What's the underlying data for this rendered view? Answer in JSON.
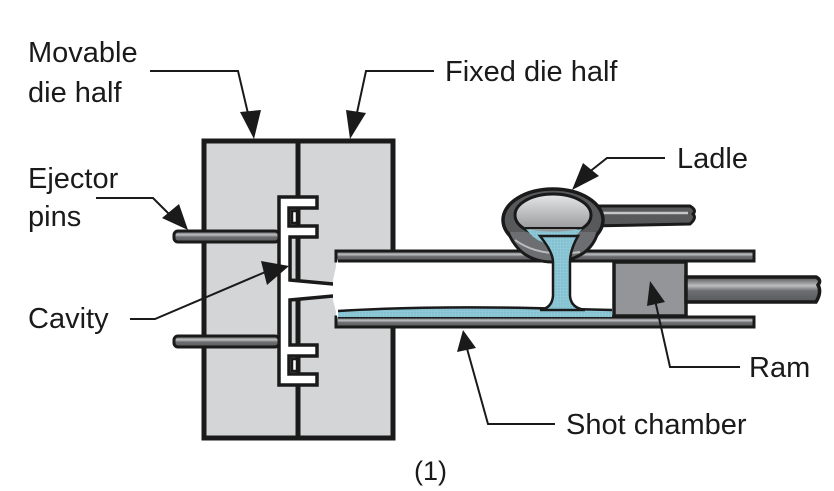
{
  "diagram": {
    "caption": "(1)",
    "labels": {
      "movable_die_half_line1": "Movable",
      "movable_die_half_line2": "die half",
      "fixed_die_half": "Fixed die half",
      "ejector_pins_line1": "Ejector",
      "ejector_pins_line2": "pins",
      "cavity": "Cavity",
      "ladle": "Ladle",
      "ram": "Ram",
      "shot_chamber": "Shot chamber"
    },
    "colors": {
      "die": "#d4d5d7",
      "outline": "#1a1a1a",
      "molten_metal": "#8ec9d8",
      "ram": "#939598",
      "rod": "#6d6e71",
      "rod_highlight": "#b8babc",
      "ladle": "#58595b"
    }
  }
}
